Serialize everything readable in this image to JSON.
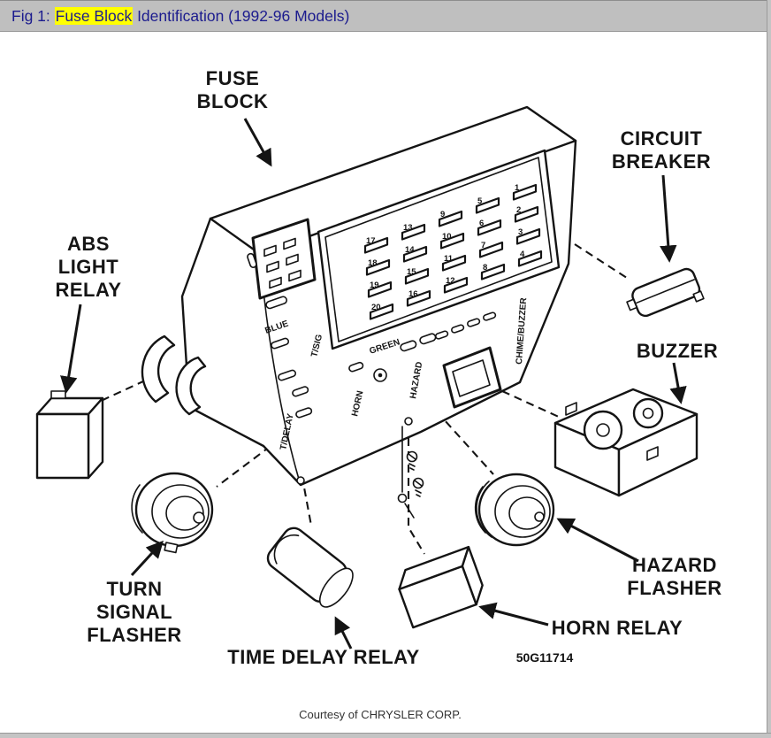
{
  "header": {
    "title_prefix": "Fig 1: ",
    "title_highlight": "Fuse Block",
    "title_suffix": " Identification (1992-96 Models)"
  },
  "labels": {
    "fuse_block": [
      "FUSE",
      "BLOCK"
    ],
    "circuit_breaker": [
      "CIRCUIT",
      "BREAKER"
    ],
    "abs_light_relay": [
      "ABS",
      "LIGHT",
      "RELAY"
    ],
    "buzzer": "BUZZER",
    "turn_signal_flasher": [
      "TURN",
      "SIGNAL",
      "FLASHER"
    ],
    "time_delay_relay": "TIME DELAY RELAY",
    "horn_relay": "HORN RELAY",
    "hazard_flasher": [
      "HAZARD",
      "FLASHER"
    ]
  },
  "small_labels": {
    "blue": "BLUE",
    "t_sig": "T/SIG",
    "green": "GREEN",
    "hazard": "HAZARD",
    "horn": "HORN",
    "t_delay": "T/DELAY",
    "chime_buzzer": "CHIME/BUZZER"
  },
  "fuse_columns": [
    [
      17,
      18,
      19,
      20
    ],
    [
      13,
      14,
      15,
      16
    ],
    [
      9,
      10,
      11,
      12
    ],
    [
      5,
      6,
      7,
      8
    ],
    [
      1,
      2,
      3,
      4
    ]
  ],
  "part_number": "50G11714",
  "courtesy": "Courtesy of CHRYSLER CORP.",
  "colors": {
    "header_bg": "#bfbfbf",
    "title_text": "#1c1c8e",
    "highlight": "#ffff00",
    "ink": "#141414",
    "paper": "#ffffff"
  }
}
